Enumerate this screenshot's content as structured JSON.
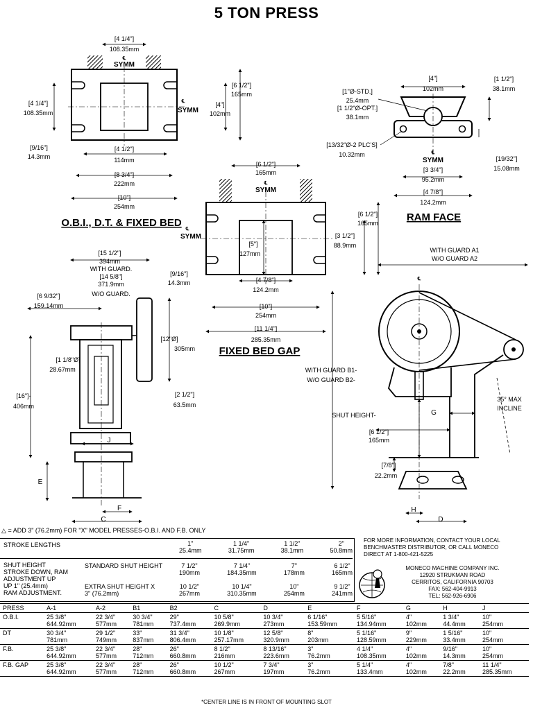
{
  "title": "5 TON PRESS",
  "obi": {
    "label": "O.B.I., D.T. & FIXED BED",
    "dims": {
      "top_width": [
        "[4 1/4\"]",
        "108.35mm"
      ],
      "symm": "SYMM",
      "left_height": [
        "[4 1/4\"]",
        "108.35mm"
      ],
      "right_outer": [
        "[6 1/2\"]",
        "165mm"
      ],
      "right_inner": [
        "[4\"]",
        "102mm"
      ],
      "slot": [
        "[9/16\"]",
        "14.3mm"
      ],
      "inner_width": [
        "[4 1/2\"]",
        "114mm"
      ],
      "mid_width": [
        "[8 3/4\"]",
        "222mm"
      ],
      "outer_width": [
        "[10\"]",
        "254mm"
      ]
    }
  },
  "ram": {
    "label": "RAM FACE",
    "dims": {
      "width": [
        "[4\"]",
        "102mm"
      ],
      "right": [
        "[1 1/2\"]",
        "38.1mm"
      ],
      "std": [
        "[1\"Ø-STD.]",
        "25.4mm"
      ],
      "opt": [
        "[1 1/2\"Ø-OPT.]",
        "38.1mm"
      ],
      "holes": [
        "[13/32\"Ø-2 PLC'S]",
        "10.32mm"
      ],
      "offset": [
        "[19/32\"]",
        "15.08mm"
      ],
      "symm": "SYMM",
      "inner": [
        "[3 3/4\"]",
        "95.2mm"
      ],
      "outer": [
        "[4 7/8\"]",
        "124.2mm"
      ]
    }
  },
  "gap": {
    "label": "FIXED BED GAP",
    "dims": {
      "top": [
        "[6 1/2\"]",
        "165mm"
      ],
      "symm": "SYMM",
      "right_outer": [
        "[6 1/2\"]",
        "165mm"
      ],
      "right_inner": [
        "[3 1/2\"]",
        "88.9mm"
      ],
      "center": [
        "[5\"]",
        "127mm"
      ],
      "slot": [
        "[9/16\"]",
        "14.3mm"
      ],
      "inner": [
        "[4 7/8\"]",
        "124.2mm"
      ],
      "mid": [
        "[10\"]",
        "254mm"
      ],
      "outer": [
        "[11 1/4\"]",
        "285.35mm"
      ]
    }
  },
  "front": {
    "top1": [
      "[15 1/2\"]",
      "394mm"
    ],
    "guard_with": "WITH GUARD.",
    "top2": [
      "[14 5/8\"]",
      "371.9mm"
    ],
    "guard_without": "W/O GUARD.",
    "left_top": [
      "[6 9/32\"]",
      "159.14mm"
    ],
    "flywheel": [
      "[12\"Ø]",
      "305mm"
    ],
    "shaft": [
      "[1 1/8\"Ø]",
      "28.67mm"
    ],
    "height": [
      "[16\"]-",
      "406mm"
    ],
    "right": [
      "[2 1/2\"]",
      "63.5mm"
    ],
    "J": "J",
    "E": "E",
    "F": "F",
    "C": "C"
  },
  "side": {
    "a1": "WITH GUARD A1",
    "a2": "W/O GUARD A2",
    "b1": "WITH GUARD B1-",
    "b2": "W/O GUARD B2-",
    "incline1": "35° MAX",
    "incline2": "INCLINE",
    "shut": "SHUT HEIGHT-",
    "G": "G",
    "sixhalf": [
      "[6 1/2\"]",
      "165mm"
    ],
    "seven8": [
      "[7/8\"]",
      "22.2mm"
    ],
    "H": "H",
    "D": "D"
  },
  "add_note": "= ADD 3\" (76.2mm) FOR \"X\" MODEL PRESSES-O.B.I. AND F.B. ONLY",
  "stroke": {
    "header": "STROKE LENGTHS",
    "cols": [
      [
        "1\"",
        "25.4mm"
      ],
      [
        "1 1/4\"",
        "31.75mm"
      ],
      [
        "1 1/2\"",
        "38.1mm"
      ],
      [
        "2\"",
        "50.8mm"
      ]
    ],
    "left_label": [
      "SHUT HEIGHT",
      "STROKE DOWN, RAM",
      "ADJUSTMENT UP",
      "UP 1\" (25.4mm)",
      "RAM ADJUSTMENT."
    ],
    "std_label": "STANDARD SHUT HEIGHT",
    "std_vals": [
      [
        "7 1/2\"",
        "190mm"
      ],
      [
        "7 1/4\"",
        "184.35mm"
      ],
      [
        "7\"",
        "178mm"
      ],
      [
        "6 1/2\"",
        "165mm"
      ]
    ],
    "ext_label": [
      "EXTRA SHUT HEIGHT X",
      "3\" (76.2mm)"
    ],
    "ext_vals": [
      [
        "10 1/2\"",
        "267mm"
      ],
      [
        "10 1/4\"",
        "310.35mm"
      ],
      [
        "10\"",
        "254mm"
      ],
      [
        "9 1/2\"",
        "241mm"
      ]
    ]
  },
  "contact": {
    "info": [
      "FOR MORE INFORMATION, CONTACT YOUR LOCAL",
      "BENCHMASTER DISTRIBUTOR, OR CALL MONECO",
      "DIRECT AT 1-800-421-5225"
    ],
    "company": [
      "MONECO MACHINE COMPANY INC.",
      "12920 STRUKMAN ROAD",
      "CERRITOS, CALIFORNIA 90703",
      "FAX: 562-404-9913",
      "TEL: 562-926-6906"
    ]
  },
  "spec": {
    "headers": [
      "PRESS",
      "A-1",
      "A-2",
      "B1",
      "B2",
      "C",
      "D",
      "E",
      "F",
      "G",
      "H",
      "J"
    ],
    "rows": [
      [
        "O.B.I.",
        [
          "25 3/8\"",
          "644.92mm"
        ],
        [
          "22 3/4\"",
          "577mm"
        ],
        [
          "30 3/4\"",
          "781mm"
        ],
        [
          "29\"",
          "737.4mm"
        ],
        [
          "10 5/8\"",
          "269.9mm"
        ],
        [
          "10 3/4\"",
          "273mm"
        ],
        [
          "6 1/16\"",
          "153.59mm"
        ],
        [
          "5 5/16\"",
          "134.94mm"
        ],
        [
          "4\"",
          "102mm"
        ],
        [
          "1 3/4\"",
          "44.4mm"
        ],
        [
          "10\"",
          "254mm"
        ]
      ],
      [
        "DT",
        [
          "30 3/4\"",
          "781mm"
        ],
        [
          "29 1/2\"",
          "749mm"
        ],
        [
          "33\"",
          "837mm"
        ],
        [
          "31 3/4\"",
          "806.4mm"
        ],
        [
          "10 1/8\"",
          "257.17mm"
        ],
        [
          "12 5/8\"",
          "320.9mm"
        ],
        [
          "8\"",
          "203mm"
        ],
        [
          "5 1/16\"",
          "128.59mm"
        ],
        [
          "9\"",
          "229mm"
        ],
        [
          "1 5/16\"",
          "33.4mm"
        ],
        [
          "10\"",
          "254mm"
        ]
      ],
      [
        "F.B.",
        [
          "25 3/8\"",
          "644.92mm"
        ],
        [
          "22 3/4\"",
          "577mm"
        ],
        [
          "28\"",
          "712mm"
        ],
        [
          "26\"",
          "660.8mm"
        ],
        [
          "8 1/2\"",
          "216mm"
        ],
        [
          "8 13/16\"",
          "223.6mm"
        ],
        [
          "3\"",
          "76.2mm"
        ],
        [
          "4 1/4\"",
          "108.35mm"
        ],
        [
          "4\"",
          "102mm"
        ],
        [
          "9/16\"",
          "14.3mm"
        ],
        [
          "10\"",
          "254mm"
        ]
      ],
      [
        "F.B. GAP",
        [
          "25 3/8\"",
          "644.92mm"
        ],
        [
          "22 3/4\"",
          "577mm"
        ],
        [
          "28\"",
          "712mm"
        ],
        [
          "26\"",
          "660.8mm"
        ],
        [
          "10 1/2\"",
          "267mm"
        ],
        [
          "7 3/4\"",
          "197mm"
        ],
        [
          "3\"",
          "76.2mm"
        ],
        [
          "5 1/4\"",
          "133.4mm"
        ],
        [
          "4\"",
          "102mm"
        ],
        [
          "7/8\"",
          "22.2mm"
        ],
        [
          "11 1/4\"",
          "285.35mm"
        ]
      ]
    ]
  },
  "footer": "*CENTER LINE IS IN FRONT OF MOUNTING SLOT"
}
